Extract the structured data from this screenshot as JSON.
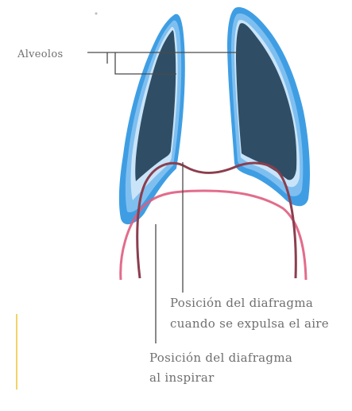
{
  "labels": {
    "alveolos": "Alveolos",
    "exhale_line1": "Posición del diafragma",
    "exhale_line2": "cuando se expulsa el aire",
    "inhale_line1": "Posición del diafragma",
    "inhale_line2": "al inspirar"
  },
  "colors": {
    "lung_outer": "#3f9ee3",
    "lung_mid": "#7fbff0",
    "lung_inner": "#c9e4f8",
    "alveoli_fill": "#2f4e66",
    "diaphragm_exhale": "#8b3e4e",
    "diaphragm_inhale": "#e05c7e",
    "leader_line": "#4a4a4a"
  }
}
